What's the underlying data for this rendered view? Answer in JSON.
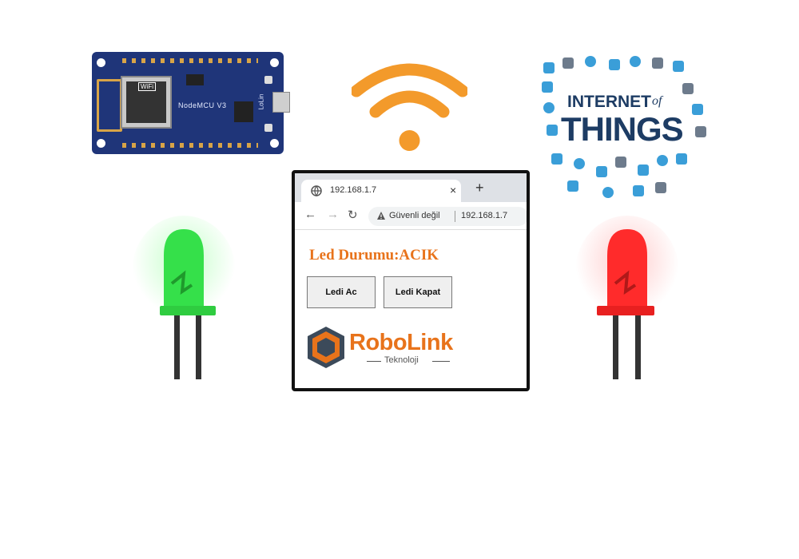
{
  "board": {
    "label": "NodeMCU V3",
    "lolin": "LoLin",
    "wifi_badge": "WiFi"
  },
  "iot": {
    "line1": "INTERNET",
    "of": "of",
    "line2": "THINGS"
  },
  "browser": {
    "tab_title": "192.168.1.7",
    "close_glyph": "×",
    "new_tab_glyph": "+",
    "back_glyph": "←",
    "forward_glyph": "→",
    "reload_glyph": "↻",
    "security_label": "Güvenli değil",
    "url": "192.168.1.7"
  },
  "page": {
    "heading": "Led Durumu:ACIK",
    "button_on": "Ledi Ac",
    "button_off": "Ledi Kapat"
  },
  "logo": {
    "name": "RoboLink",
    "subtitle": "Teknoloji"
  },
  "colors": {
    "wifi": "#f39a2b",
    "led_green": "#35e04a",
    "led_red": "#ff2b2b",
    "accent": "#e8731b",
    "iot_blue": "#3a9ed8",
    "board_blue": "#1f3579"
  }
}
